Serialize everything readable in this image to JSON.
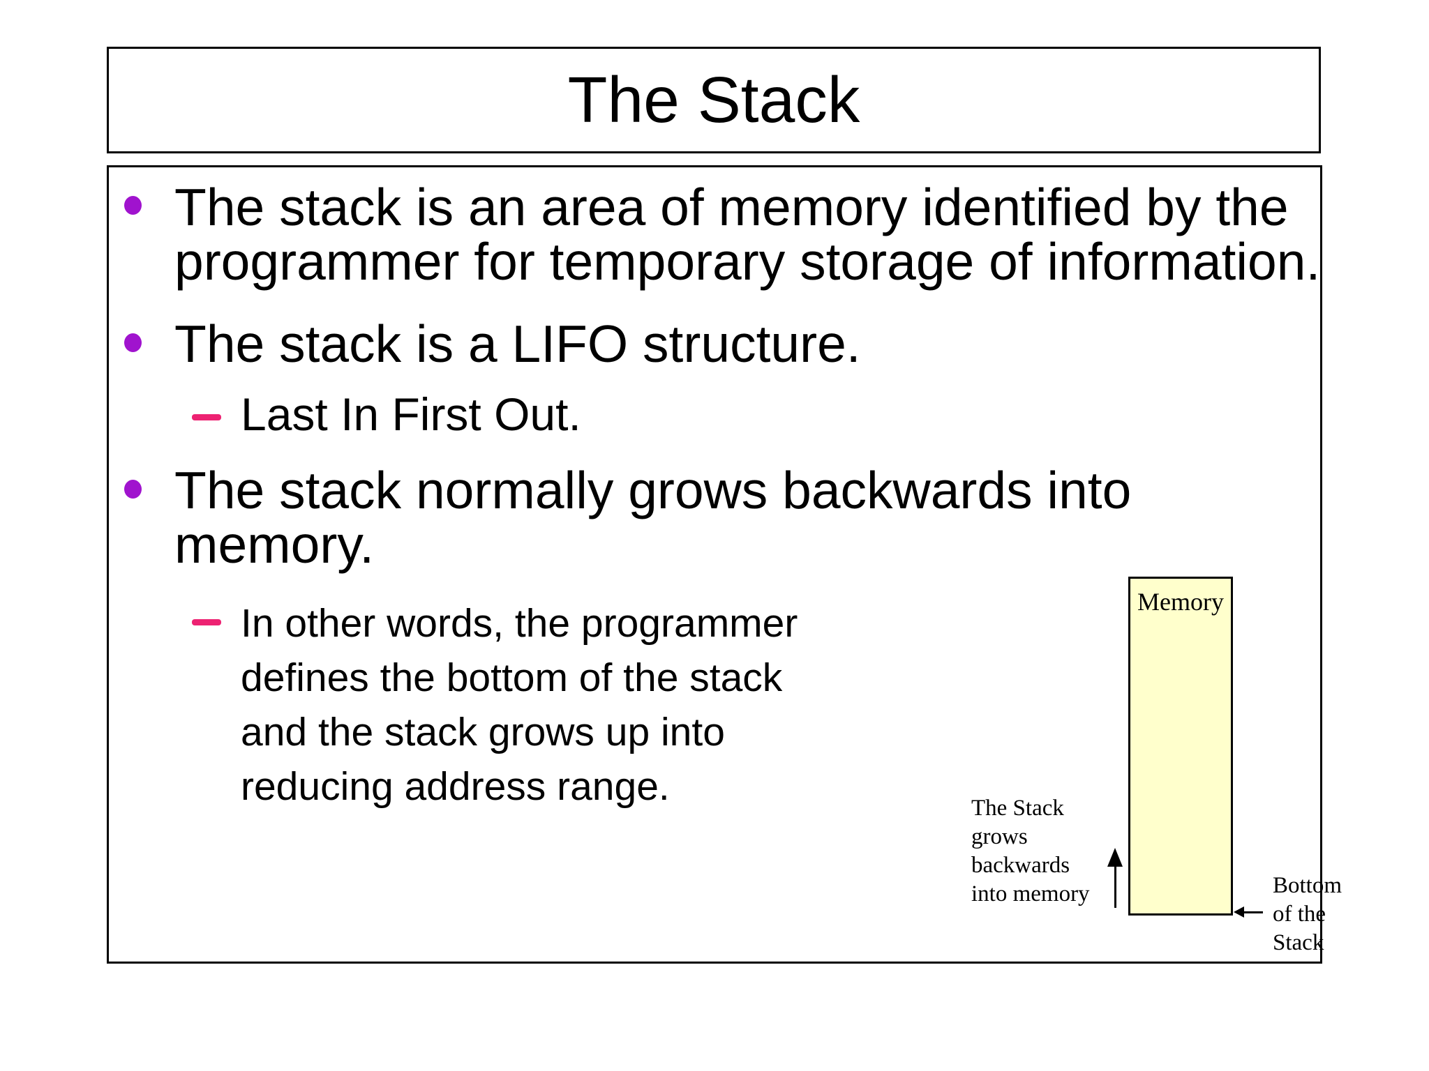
{
  "slide": {
    "title": "The Stack",
    "bullets": {
      "b1": {
        "lines": [
          "The stack is an area of memory identified by the",
          "programmer for temporary storage of information."
        ]
      },
      "b2": {
        "lines": [
          "The stack is a LIFO structure."
        ]
      },
      "sub1": {
        "lines": [
          "Last In First Out."
        ]
      },
      "b3": {
        "lines": [
          "The stack normally grows backwards into",
          "memory."
        ]
      },
      "sub2": {
        "lines": [
          "In other words, the programmer",
          "defines the bottom of the stack",
          "and the stack grows up into",
          "reducing address range."
        ]
      }
    },
    "diagram": {
      "memory_label": "Memory",
      "grow_caption_lines": [
        "The Stack",
        "grows",
        "backwards",
        "into memory"
      ],
      "bottom_caption_lines": [
        "Bottom",
        "of the",
        "Stack"
      ]
    },
    "colors": {
      "bullet_dot": "#A013CE",
      "sub_dash": "#ED2272",
      "memory_fill": "#FFFFCC",
      "border": "#000000"
    }
  }
}
